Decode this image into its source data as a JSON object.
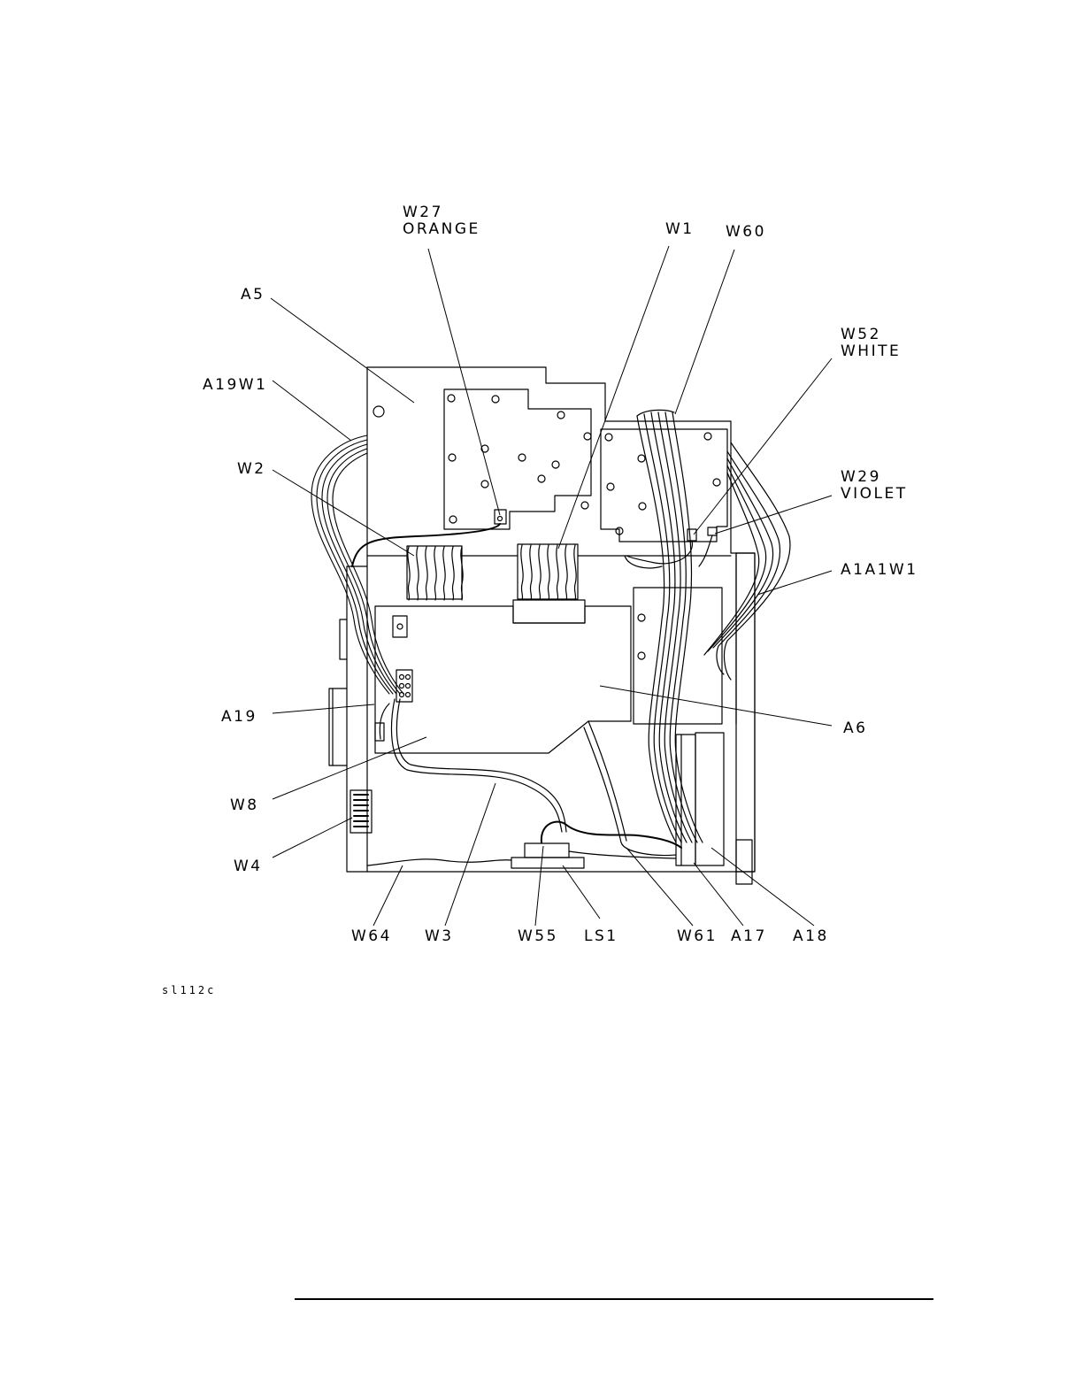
{
  "figure_id": "sl112c",
  "labels": {
    "w27": "W27",
    "w27_color": "ORANGE",
    "w1": "W1",
    "w60": "W60",
    "a5": "A5",
    "w52": "W52",
    "w52_color": "WHITE",
    "a19w1": "A19W1",
    "w2": "W2",
    "w29": "W29",
    "w29_color": "VIOLET",
    "a1a1w1": "A1A1W1",
    "a19": "A19",
    "a6": "A6",
    "w8": "W8",
    "w4": "W4",
    "w64": "W64",
    "w3": "W3",
    "w55": "W55",
    "ls1": "LS1",
    "w61": "W61",
    "a17": "A17",
    "a18": "A18"
  },
  "colors": {
    "line": "#000000",
    "background": "#ffffff"
  }
}
